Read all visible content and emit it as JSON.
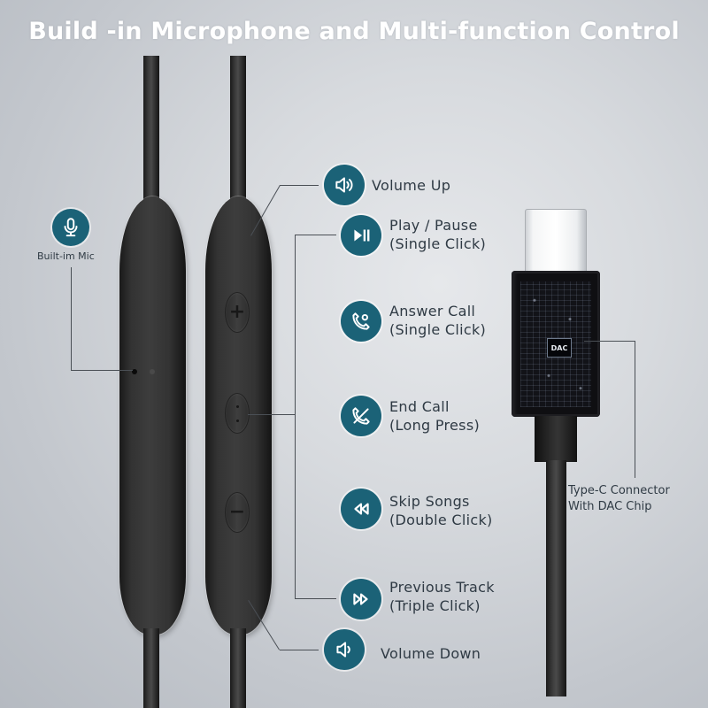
{
  "title": "Build -in Microphone and Multi-function Control",
  "colors": {
    "icon_circle": "#1b6277",
    "title_text": "#ffffff",
    "label_text": "#2f3a44",
    "background": "#d7dade"
  },
  "mic": {
    "label": "Built-im Mic",
    "icon": "microphone-icon"
  },
  "functions": [
    {
      "icon": "speaker-loud-icon",
      "line1": "Volume Up",
      "line2": ""
    },
    {
      "icon": "play-pause-icon",
      "line1": "Play / Pause",
      "line2": "(Single Click)"
    },
    {
      "icon": "phone-answer-icon",
      "line1": "Answer Call",
      "line2": "(Single Click)"
    },
    {
      "icon": "phone-end-icon",
      "line1": "End Call",
      "line2": "(Long Press)"
    },
    {
      "icon": "rewind-icon",
      "line1": "Skip Songs",
      "line2": "(Double Click)"
    },
    {
      "icon": "fast-forward-icon",
      "line1": "Previous Track",
      "line2": "(Triple Click)"
    },
    {
      "icon": "speaker-quiet-icon",
      "line1": "Volume Down",
      "line2": ""
    }
  ],
  "remote_buttons": {
    "plus": "+",
    "minus": "−"
  },
  "connector": {
    "chip_label": "DAC",
    "label_line1": "Type-C Connector",
    "label_line2": "With DAC Chip"
  }
}
